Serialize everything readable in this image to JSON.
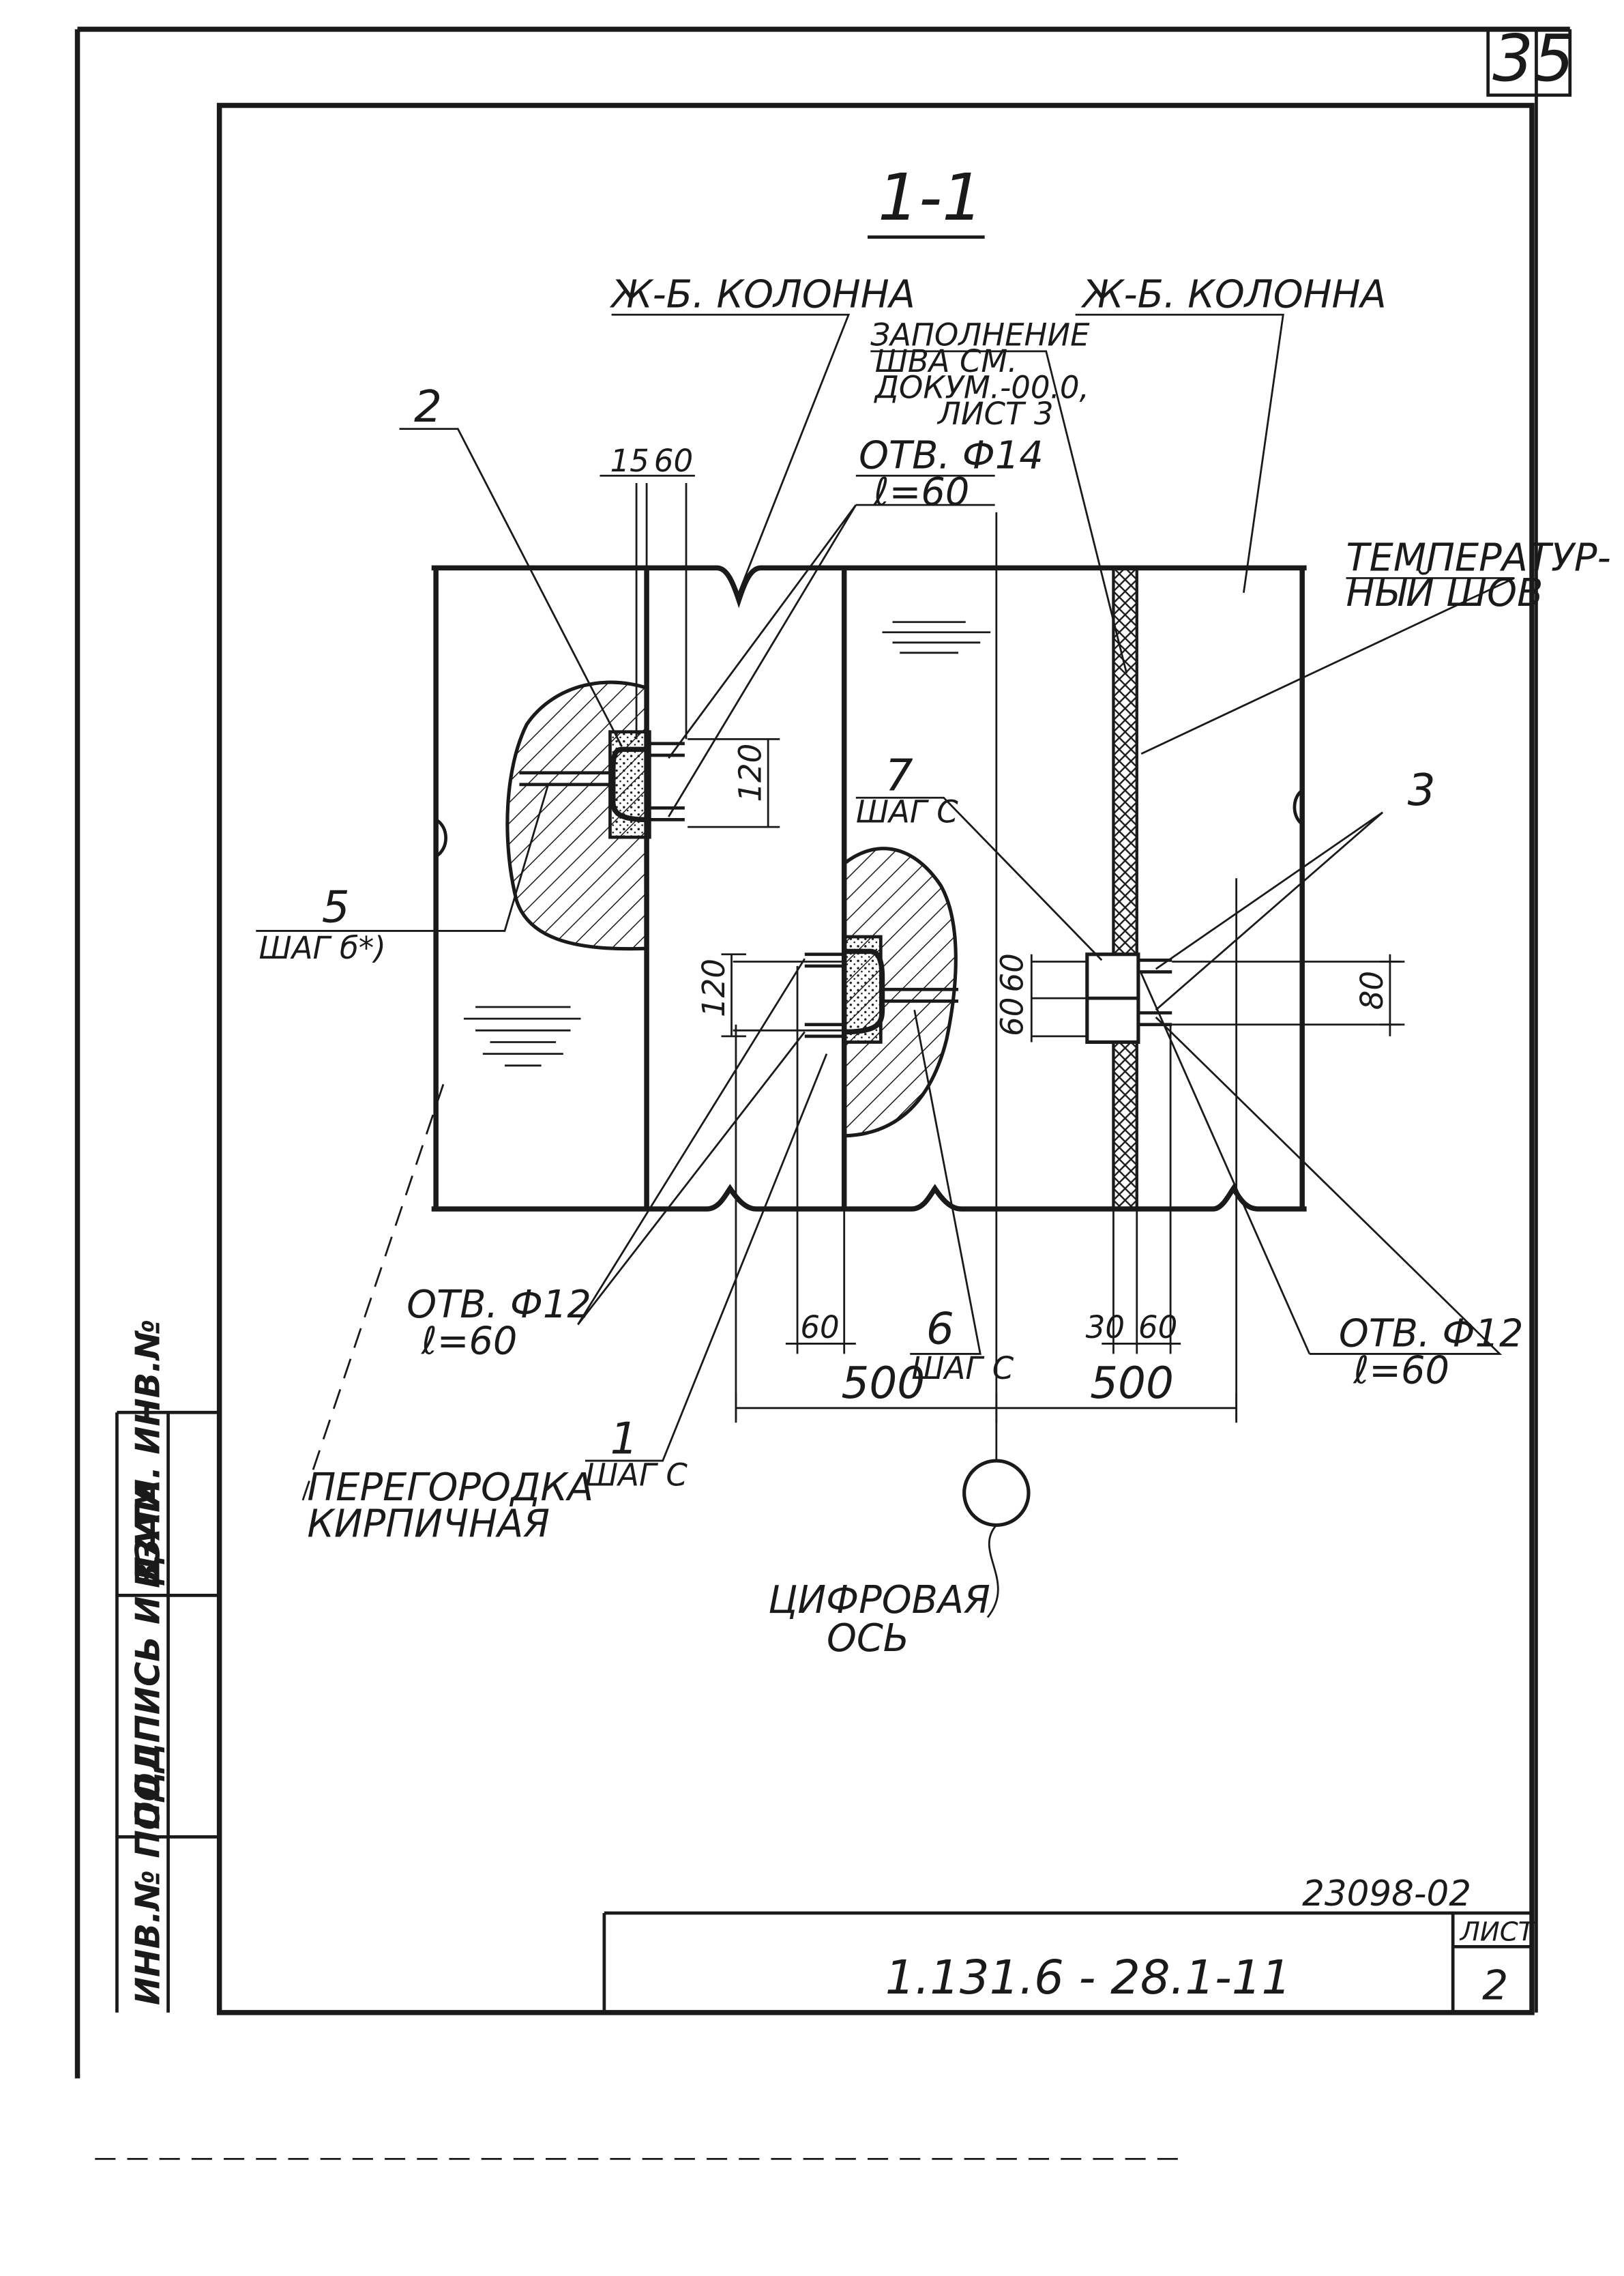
{
  "sheet_number": "35",
  "section_title": "1-1",
  "labels": {
    "column_left": "Ж-Б. КОЛОННА",
    "column_right": "Ж-Б. КОЛОННА",
    "joint_fill": [
      "ЗАПОЛНЕНИЕ",
      "ШВА СМ.",
      "ДОКУМ.-00.0,",
      "ЛИСТ 3"
    ],
    "expansion_joint": [
      "ТЕМПЕРАТУР-",
      "НЫЙ ШОВ"
    ],
    "partition": [
      "ПЕРЕГОРОДКА",
      "КИРПИЧНАЯ"
    ],
    "digital_axis": [
      "ЦИФРОВАЯ",
      "ОСЬ"
    ]
  },
  "callouts": {
    "c1": {
      "num": "1",
      "sub": "ШАГ С"
    },
    "c2": {
      "num": "2"
    },
    "c3": {
      "num": "3"
    },
    "c5": {
      "num": "5",
      "sub": "ШАГ б*)"
    },
    "c6": {
      "num": "6",
      "sub": "ШАГ С"
    },
    "c7": {
      "num": "7",
      "sub": "ШАГ С"
    }
  },
  "holes": {
    "d14": {
      "line1": "ОТВ. Ф14",
      "line2": "ℓ=60"
    },
    "d12_left": {
      "line1": "ОТВ. Ф12",
      "line2": "ℓ=60"
    },
    "d12_right": {
      "line1": "ОТВ. Ф12",
      "line2": "ℓ=60"
    }
  },
  "dims": {
    "top_15": "15",
    "top_60": "60",
    "d120_upper": "120",
    "d120_lower": "120",
    "d60_a": "60",
    "d60_b": "60",
    "d80": "80",
    "d60_bottom": "60",
    "d30": "30",
    "d60_right": "60",
    "d500_left": "500",
    "d500_right": "500"
  },
  "stamp": {
    "inv_no": "ВЗАМ. ИНВ.№",
    "sign_date": "ПОДПИСЬ И ДАТА",
    "orig_no": "ИНВ.№ ПОДЛ."
  },
  "title_block": {
    "doc_code": "1.131.6 - 28.1-11",
    "sheet_label": "ЛИСТ",
    "sheet_value": "2",
    "archive_no": "23098-02"
  }
}
